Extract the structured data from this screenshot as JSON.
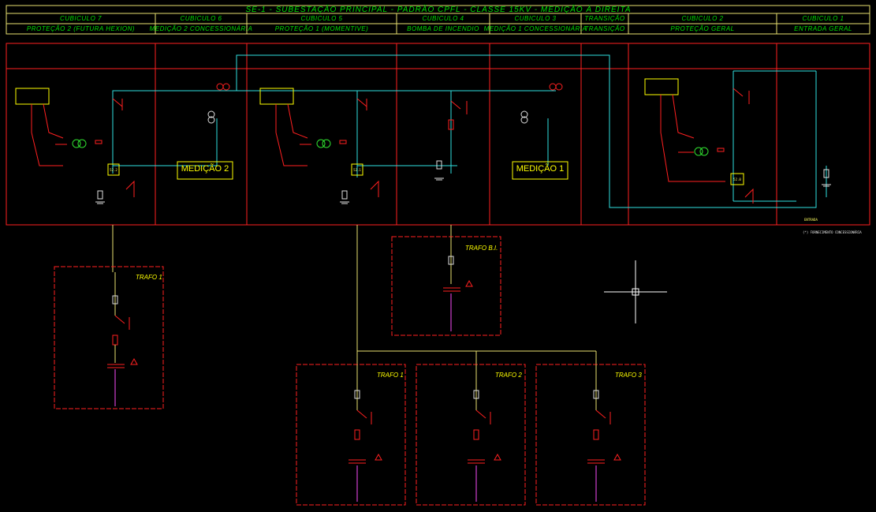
{
  "title": "SE-1 - SUBESTAÇÃO PRINCIPAL - PADRÃO CPFL - CLASSE 15KV - MEDIÇÃO À DIREITA",
  "cubicles": [
    {
      "name": "CUBICULO 7",
      "function": "PROTEÇÃO 2 (FUTURA HEXION)"
    },
    {
      "name": "CUBICULO 6",
      "function": "MEDIÇÃO 2 CONCESSIONÁRIA"
    },
    {
      "name": "CUBICULO 5",
      "function": "PROTEÇÃO 1 (MOMENTIVE)"
    },
    {
      "name": "CUBICULO 4",
      "function": "BOMBA DE INCENDIO"
    },
    {
      "name": "CUBICULO 3",
      "function": "MEDIÇÃO 1 CONCESSIONÁRIA"
    },
    {
      "name": "TRANSIÇÃO",
      "function": "TRANSIÇÃO"
    },
    {
      "name": "CUBICULO 2",
      "function": "PROTEÇÃO GERAL"
    },
    {
      "name": "CUBICULO 1",
      "function": "ENTRADA GERAL"
    }
  ],
  "medicao_boxes": [
    "MEDIÇÃO 2",
    "MEDIÇÃO 1"
  ],
  "trafos": {
    "left": "TRAFO 1",
    "bi": "TRAFO B.I.",
    "bottom": [
      "TRAFO 1",
      "TRAFO 2",
      "TRAFO 3"
    ]
  },
  "entrada_label": "ENTRADA",
  "note": "(*) FORNECIMENTO CONCESSIONÁRIA",
  "relay_labels": [
    "52.2",
    "52.1",
    "52.0"
  ]
}
